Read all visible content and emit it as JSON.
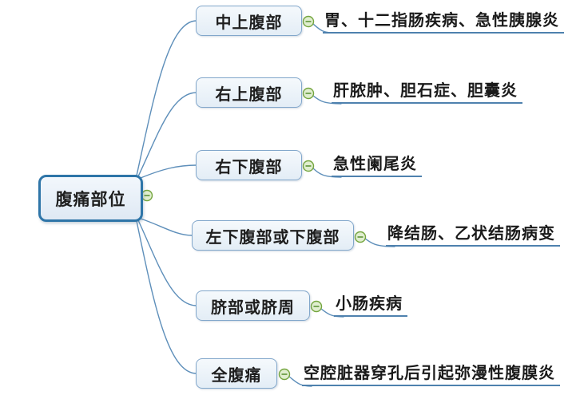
{
  "map": {
    "root": {
      "label": "腹痛部位"
    },
    "branches": [
      {
        "label": "中上腹部",
        "detail": "胃、十二指肠疾病、急性胰腺炎"
      },
      {
        "label": "右上腹部",
        "detail": "肝脓肿、胆石症、胆囊炎"
      },
      {
        "label": "右下腹部",
        "detail": "急性阑尾炎"
      },
      {
        "label": "左下腹部或下腹部",
        "detail": "降结肠、乙状结肠病变"
      },
      {
        "label": "脐部或脐周",
        "detail": "小肠疾病"
      },
      {
        "label": "全腹痛",
        "detail": "空腔脏器穿孔后引起弥漫性腹膜炎"
      }
    ],
    "colors": {
      "connector": "#5E8FBA",
      "root_border": "#2E75A8",
      "root_fill": "#E9F0F8",
      "branch_border": "#82A7CB",
      "branch_fill": "#EDF3FA",
      "leaf_underline": "#4E81AE",
      "collapse_fill": "#E0EECF",
      "collapse_ring": "#74A53E",
      "text": "#1F1F1F"
    },
    "icons": {
      "collapse": "minus-circle-icon"
    }
  }
}
